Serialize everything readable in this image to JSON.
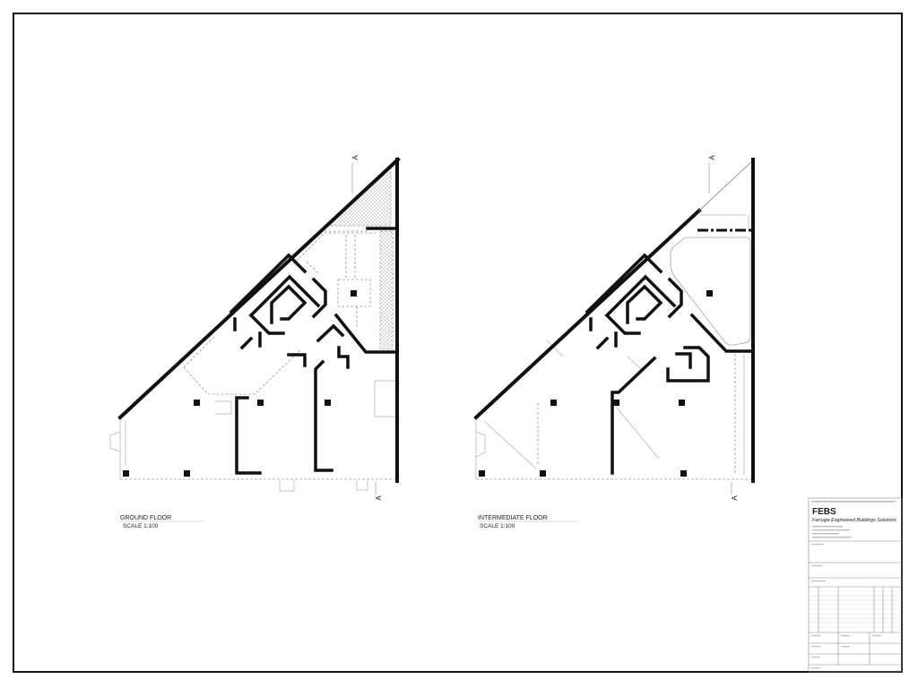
{
  "plans": [
    {
      "title": "GROUND FLOOR",
      "scale": "SCALE 1:100",
      "section_marker": "A"
    },
    {
      "title": "INTERMEDIATE FLOOR",
      "scale": "SCALE 1:100",
      "section_marker": "A"
    }
  ],
  "title_block": {
    "company_abbr": "FEBS",
    "company_name": "Farrugia Engineered Buildings Solutions"
  }
}
